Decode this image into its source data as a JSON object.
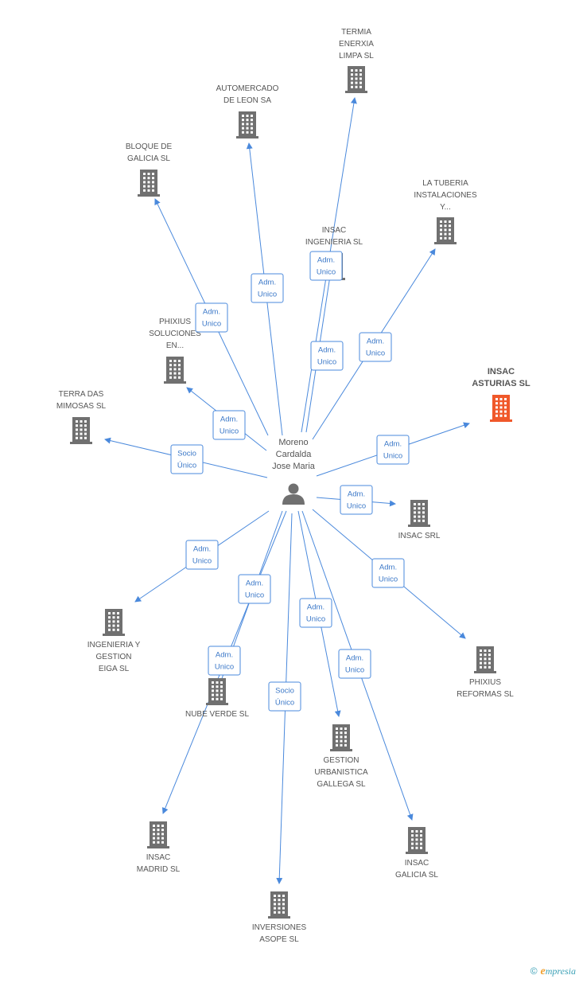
{
  "center": {
    "name_lines": [
      "Moreno",
      "Cardalda",
      "Jose Maria"
    ],
    "icon": "person-icon"
  },
  "colors": {
    "link": "#4a89dc",
    "building": "#707070",
    "highlight": "#f0582a"
  },
  "nodes": [
    {
      "id": "termia",
      "lines": [
        "TERMIA",
        "ENERXIA",
        "LIMPA SL"
      ],
      "highlight": false
    },
    {
      "id": "automercado",
      "lines": [
        "AUTOMERCADO",
        "DE LEON SA"
      ],
      "highlight": false
    },
    {
      "id": "bloque",
      "lines": [
        "BLOQUE DE",
        "GALICIA SL"
      ],
      "highlight": false
    },
    {
      "id": "tuberia",
      "lines": [
        "LA TUBERIA",
        "INSTALACIONES",
        "Y..."
      ],
      "highlight": false
    },
    {
      "id": "ingenieria",
      "lines": [
        "INSAC",
        "INGENIERIA SL"
      ],
      "highlight": false
    },
    {
      "id": "phixius_sol",
      "lines": [
        "PHIXIUS",
        "SOLUCIONES",
        "EN..."
      ],
      "highlight": false
    },
    {
      "id": "asturias",
      "lines": [
        "INSAC",
        "ASTURIAS SL"
      ],
      "highlight": true
    },
    {
      "id": "terra",
      "lines": [
        "TERRA DAS",
        "MIMOSAS SL"
      ],
      "highlight": false
    },
    {
      "id": "srl",
      "lines": [
        "INSAC SRL"
      ],
      "highlight": false
    },
    {
      "id": "eiga",
      "lines": [
        "INGENIERIA Y",
        "GESTION",
        "EIGA SL"
      ],
      "highlight": false
    },
    {
      "id": "phixius_ref",
      "lines": [
        "PHIXIUS",
        "REFORMAS SL"
      ],
      "highlight": false
    },
    {
      "id": "nube",
      "lines": [
        "NUBE VERDE SL"
      ],
      "highlight": false
    },
    {
      "id": "urbanistica",
      "lines": [
        "GESTION",
        "URBANISTICA",
        "GALLEGA SL"
      ],
      "highlight": false
    },
    {
      "id": "madrid",
      "lines": [
        "INSAC",
        "MADRID SL"
      ],
      "highlight": false
    },
    {
      "id": "galicia",
      "lines": [
        "INSAC",
        "GALICIA SL"
      ],
      "highlight": false
    },
    {
      "id": "asope",
      "lines": [
        "INVERSIONES",
        "ASOPE SL"
      ],
      "highlight": false
    }
  ],
  "relations": [
    {
      "to": "termia",
      "lines": [
        "Adm.",
        "Unico"
      ]
    },
    {
      "to": "automercado",
      "lines": [
        "Adm.",
        "Unico"
      ]
    },
    {
      "to": "bloque",
      "lines": [
        "Adm.",
        "Unico"
      ]
    },
    {
      "to": "tuberia",
      "lines": [
        "Adm.",
        "Unico"
      ]
    },
    {
      "to": "ingenieria",
      "lines": [
        "Adm.",
        "Unico"
      ]
    },
    {
      "to": "phixius_sol",
      "lines": [
        "Adm.",
        "Unico"
      ]
    },
    {
      "to": "asturias",
      "lines": [
        "Adm.",
        "Unico"
      ]
    },
    {
      "to": "terra",
      "lines": [
        "Socio",
        "Único"
      ]
    },
    {
      "to": "srl",
      "lines": [
        "Adm.",
        "Unico"
      ]
    },
    {
      "to": "eiga",
      "lines": [
        "Adm.",
        "Unico"
      ]
    },
    {
      "to": "phixius_ref",
      "lines": [
        "Adm.",
        "Unico"
      ]
    },
    {
      "to": "nube",
      "lines": [
        "Adm.",
        "Unico"
      ]
    },
    {
      "to": "urbanistica",
      "lines": [
        "Adm.",
        "Unico"
      ]
    },
    {
      "to": "madrid",
      "lines": [
        "Adm.",
        "Unico"
      ]
    },
    {
      "to": "galicia",
      "lines": [
        "Adm.",
        "Unico"
      ]
    },
    {
      "to": "asope",
      "lines": [
        "Socio",
        "Único"
      ]
    }
  ],
  "footer": {
    "copyright": "©",
    "brand_initial": "e",
    "brand_rest": "mpresia"
  }
}
